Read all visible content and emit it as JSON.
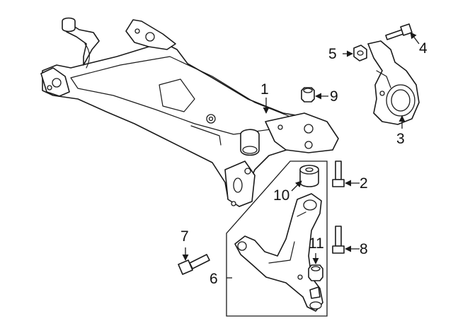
{
  "colors": {
    "line": "#1a1a1a",
    "background": "#ffffff"
  },
  "callouts": {
    "c1": "1",
    "c2": "2",
    "c3": "3",
    "c4": "4",
    "c5": "5",
    "c6": "6",
    "c7": "7",
    "c8": "8",
    "c9": "9",
    "c10": "10",
    "c11": "11"
  }
}
